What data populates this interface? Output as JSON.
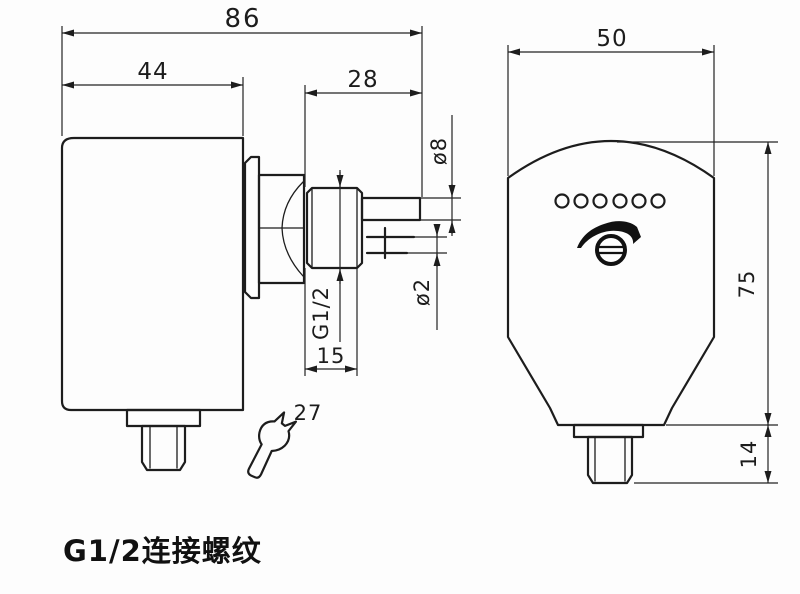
{
  "drawing": {
    "caption": "G1/2连接螺纹",
    "front_view": {
      "dims": {
        "overall_length": "86",
        "body_length": "44",
        "probe_section_length": "28",
        "probe_diameter": "ø8",
        "tip_diameter": "ø2",
        "thread_spec": "G1/2",
        "thread_length": "15",
        "wrench_size": "27"
      }
    },
    "side_view": {
      "dims": {
        "body_width": "50",
        "body_height": "75",
        "gland_height": "14"
      }
    },
    "colors": {
      "line": "#1d1d1d",
      "background": "#fdfdfd"
    }
  }
}
